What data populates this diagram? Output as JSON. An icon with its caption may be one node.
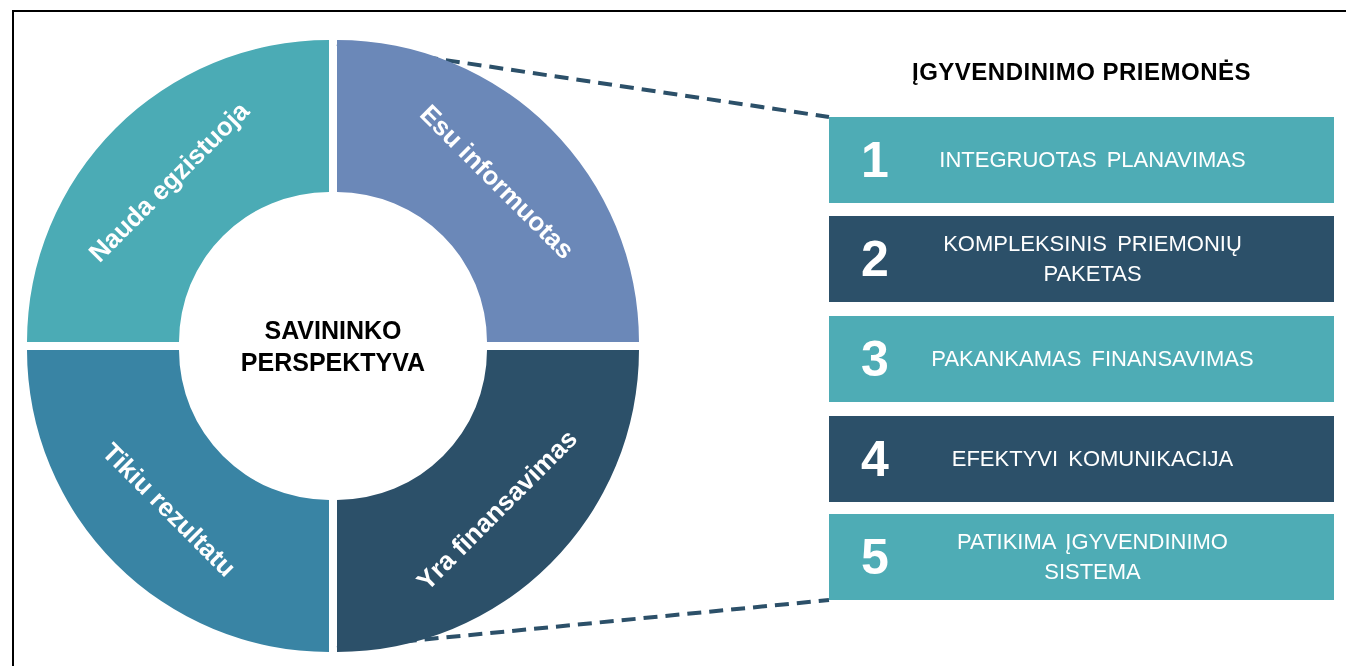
{
  "diagram": {
    "nodes": [
      {
        "text": [
          "Nauda egzistuoja"
        ]
      },
      {
        "text": [
          "Esu informuotas"
        ]
      },
      {
        "text": [
          "Tikiu rezultatu"
        ]
      },
      {
        "text": [
          "Yra finansavimas"
        ]
      },
      {
        "text": [
          "SAVININKO PERSPEKTYVA"
        ]
      },
      {
        "text": [
          "1",
          "INTEGRUOTAS PLANAVIMAS"
        ]
      },
      {
        "text": [
          "2",
          "KOMPLEKSINIS PRIEMONIŲ PAKETAS"
        ]
      },
      {
        "text": [
          "3",
          "PAKANKAMAS FINANSAVIMAS"
        ]
      },
      {
        "text": [
          "4",
          "EFEKTYVI KOMUNIKACIJA"
        ]
      },
      {
        "text": [
          "5",
          "PATIKIMA ĮGYVENDINIMO SISTEMA"
        ]
      }
    ],
    "edges": [
      {
        "from": 1,
        "to": 5,
        "arrow": "none",
        "style": "dashed"
      },
      {
        "from": 3,
        "to": 9,
        "arrow": "none",
        "style": "dashed"
      }
    ],
    "labels": [
      "ĮGYVENDINIMO PRIEMONĖS"
    ]
  }
}
